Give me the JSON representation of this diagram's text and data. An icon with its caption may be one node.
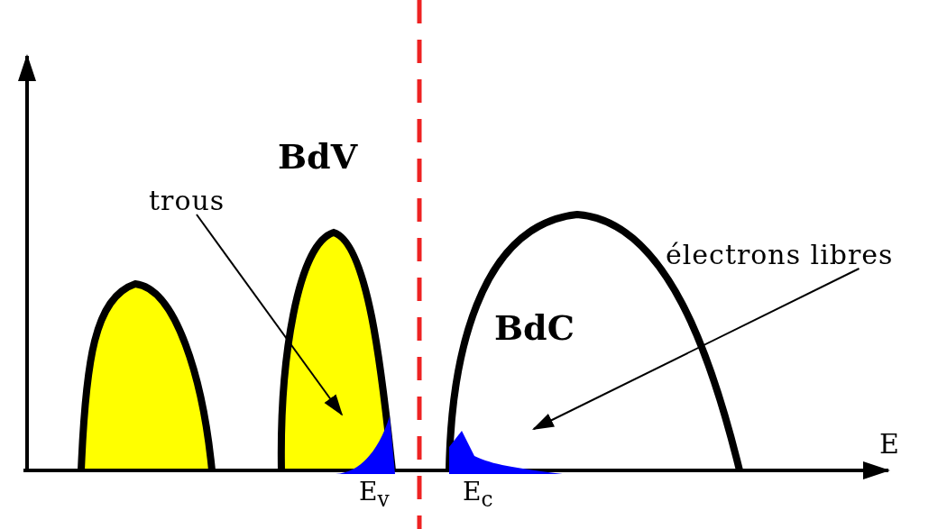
{
  "diagram": {
    "nodes": [
      {
        "text": [
          "trous"
        ]
      },
      {
        "text": [
          "électrons libres"
        ]
      },
      {
        "text": [],
        "shape": "area"
      },
      {
        "text": [],
        "shape": "area"
      }
    ],
    "edges": [
      {
        "from": 0,
        "to": 2,
        "arrow": "to"
      },
      {
        "from": 1,
        "to": 3,
        "arrow": "to"
      }
    ],
    "labels": [
      "BdV",
      "BdC",
      "E",
      "E$_{v}$",
      "E$_{c}$"
    ]
  }
}
